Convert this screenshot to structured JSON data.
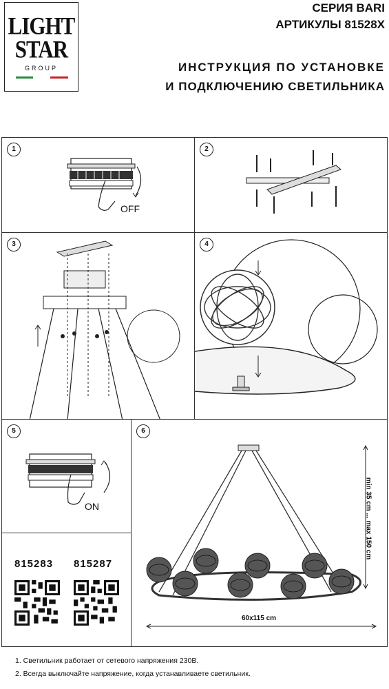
{
  "logo": {
    "line1": "LIGHT",
    "line2": "STAR",
    "line3": "GROUP"
  },
  "header": {
    "series": "СЕРИЯ BARI",
    "articles": "АРТИКУЛЫ 81528X",
    "instruction_line1": "ИНСТРУКЦИЯ ПО УСТАНОВКЕ",
    "instruction_line2": "И ПОДКЛЮЧЕНИЮ СВЕТИЛЬНИКА"
  },
  "steps": [
    {
      "number": "1",
      "label": "OFF"
    },
    {
      "number": "2"
    },
    {
      "number": "3"
    },
    {
      "number": "4"
    },
    {
      "number": "5",
      "label": "ON"
    },
    {
      "number": "6",
      "height_label": "min 35 cm ... max 150 cm",
      "width_label": "60x115 cm"
    }
  ],
  "articles": [
    "815283",
    "815287"
  ],
  "notes": [
    "1. Светильник работает от сетевого напряжения 230В.",
    "2. Всегда выключайте напряжение, когда устанавливаете светильник."
  ]
}
